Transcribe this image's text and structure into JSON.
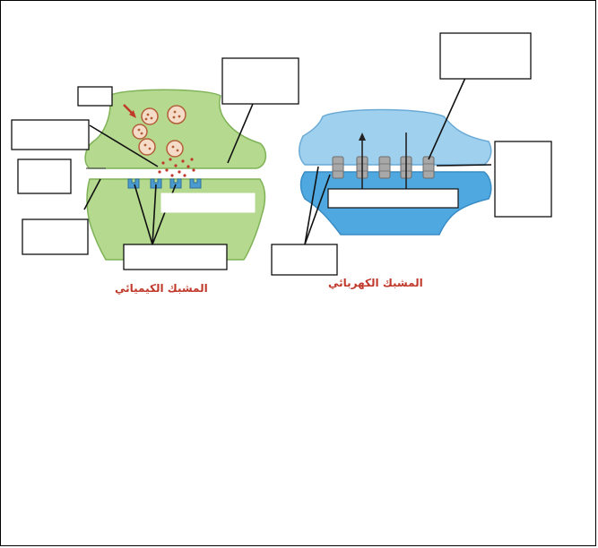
{
  "diagram": {
    "chemical_synapse": {
      "caption": "المشبك الكيميائي"
    },
    "electrical_synapse": {
      "caption": "المشبك الكهربائي"
    }
  },
  "colors": {
    "chemical_fill": "#b5d98f",
    "electrical_fill": "#9fd0ee",
    "caption": "#c0392b",
    "vesicle": "#c98b6a",
    "receptor": "#4a9bd0",
    "gap_junction": "#a8a8a8"
  },
  "label_boxes": [
    {
      "id": "chem-top-small",
      "text": ""
    },
    {
      "id": "chem-left-1",
      "text": ""
    },
    {
      "id": "chem-left-2",
      "text": ""
    },
    {
      "id": "chem-left-3",
      "text": ""
    },
    {
      "id": "chem-top-right",
      "text": ""
    },
    {
      "id": "chem-bottom",
      "text": ""
    },
    {
      "id": "elec-top",
      "text": ""
    },
    {
      "id": "elec-right",
      "text": ""
    },
    {
      "id": "elec-bottom",
      "text": ""
    }
  ]
}
